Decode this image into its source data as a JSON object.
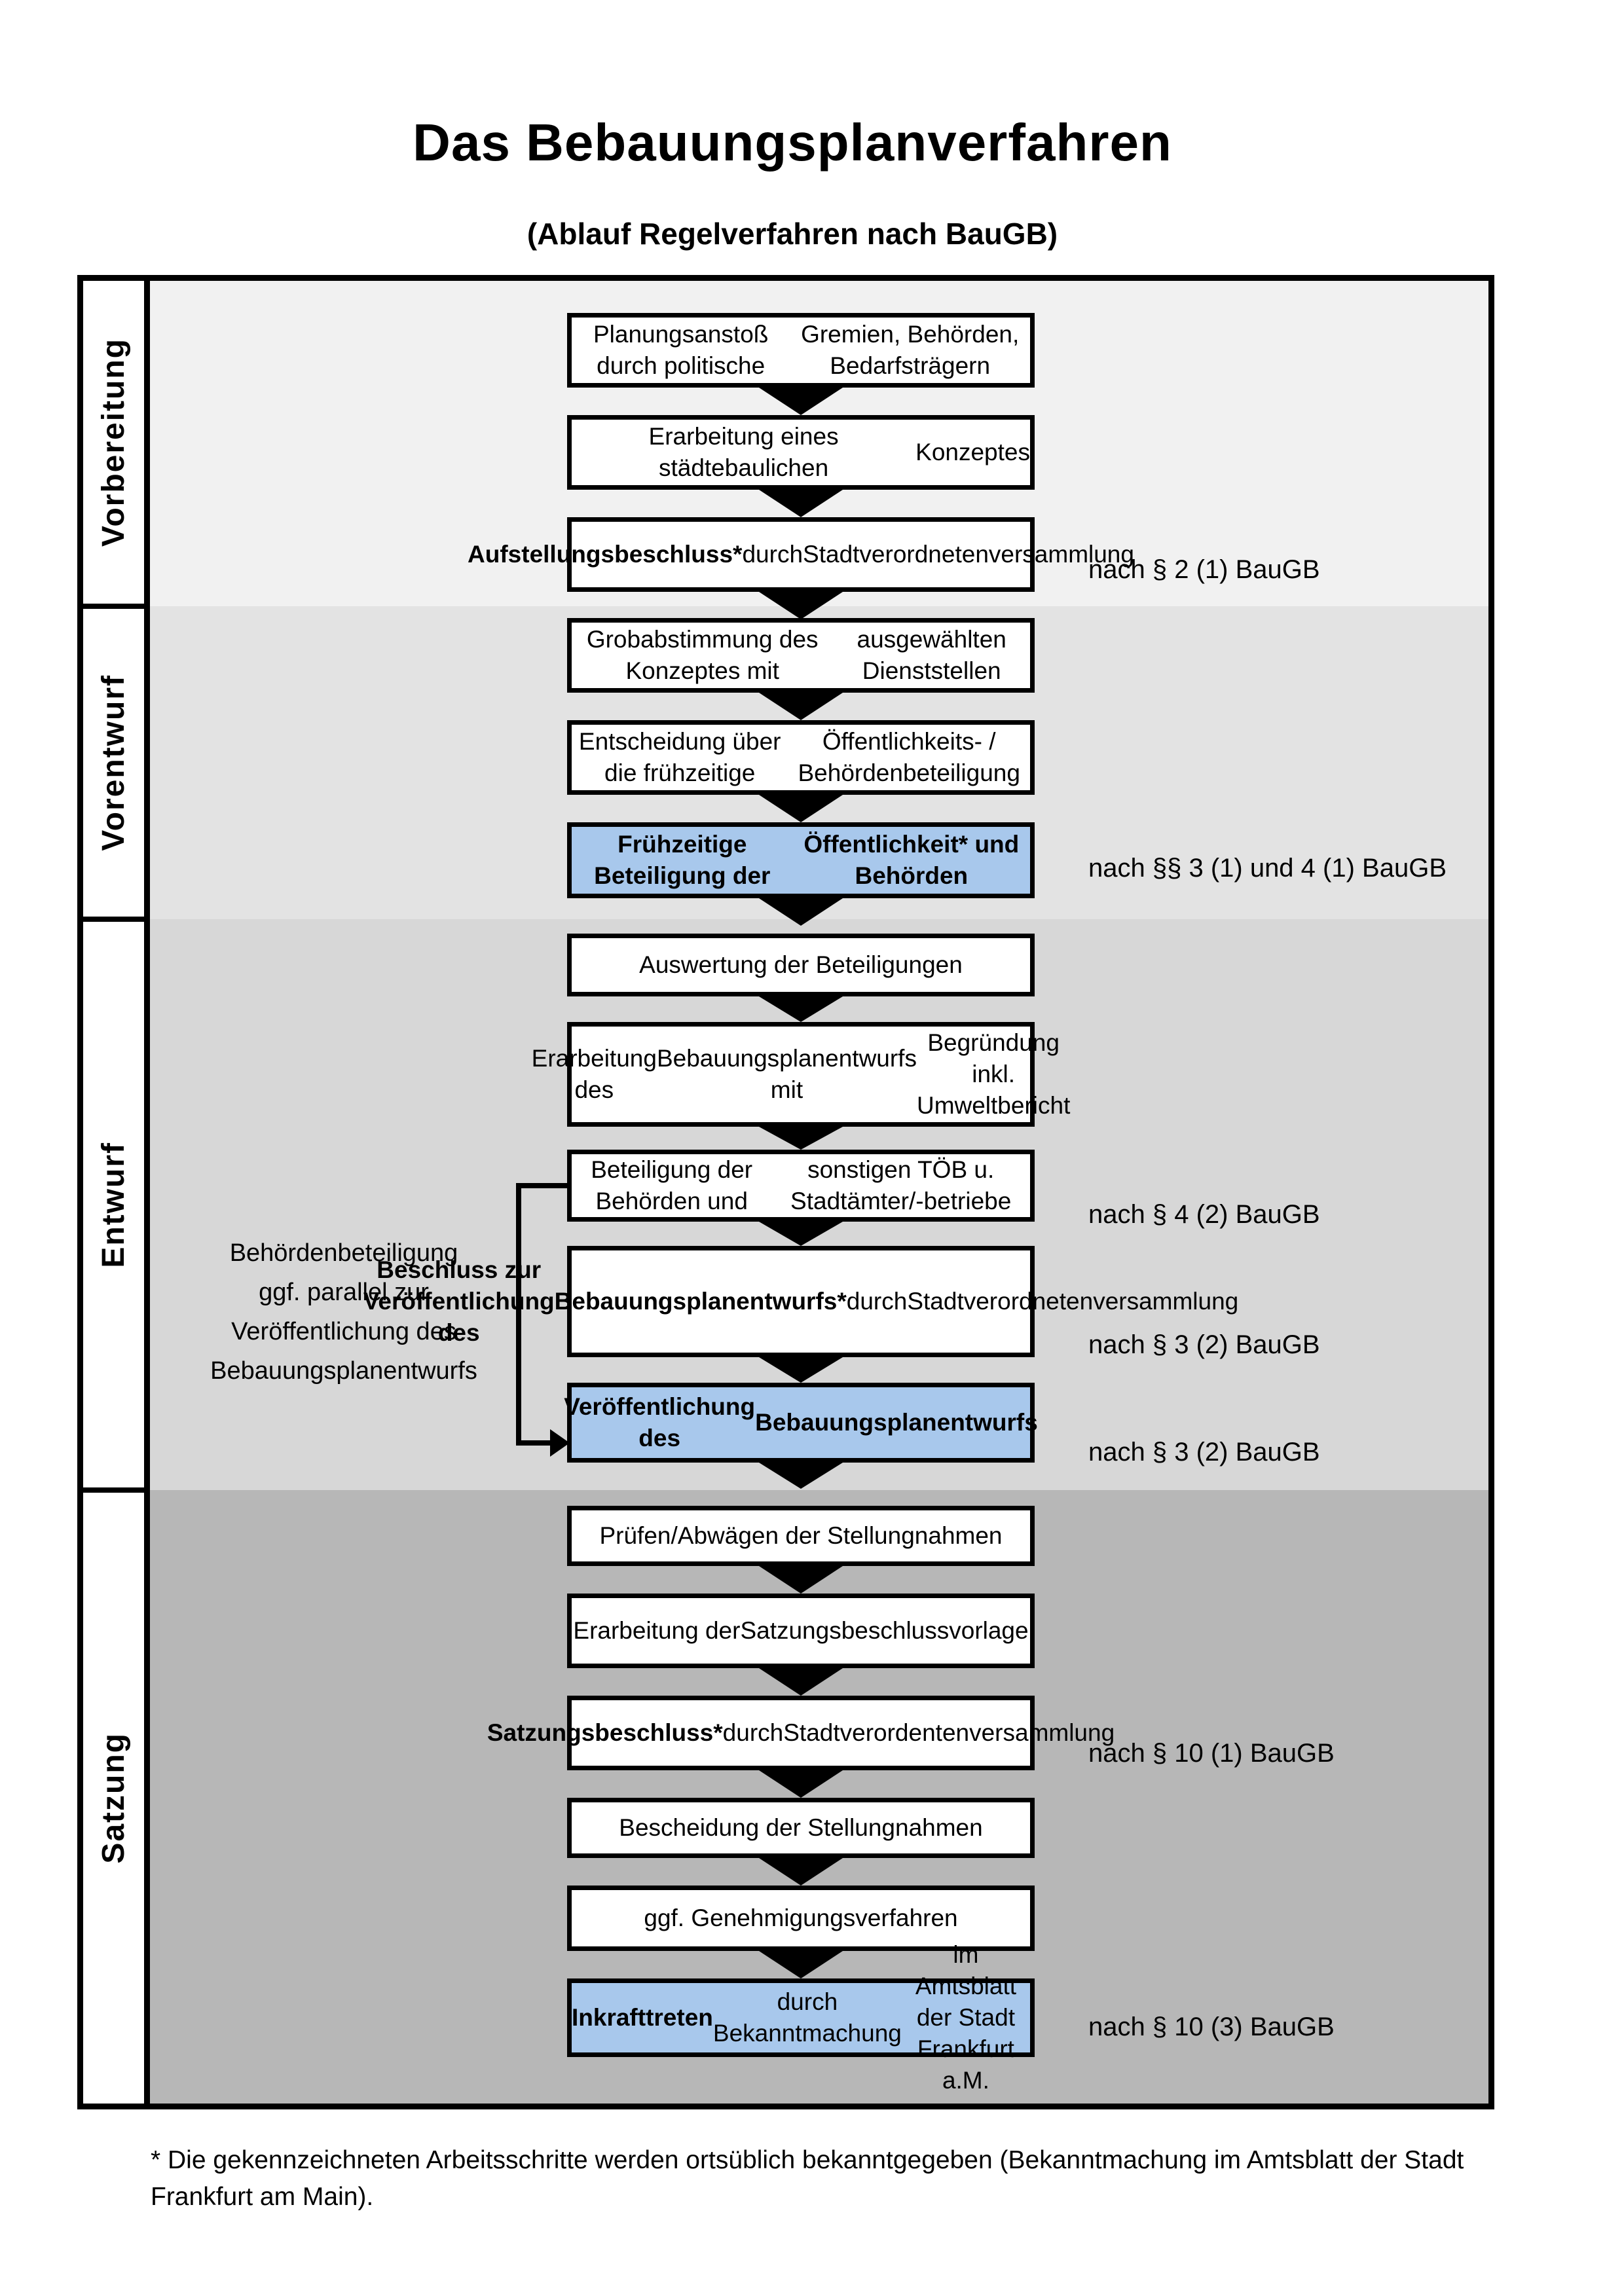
{
  "page": {
    "title": "Das Bebauungsplanverfahren",
    "subtitle": "(Ablauf Regelverfahren nach BauGB)"
  },
  "colors": {
    "phase1_bg": "#f1f1f1",
    "phase2_bg": "#e3e3e3",
    "phase3_bg": "#d7d7d7",
    "phase4_bg": "#b7b7b7",
    "highlight_blue": "#a8c8ec",
    "line_black": "#000000"
  },
  "phases": [
    {
      "label": "Vorbereitung"
    },
    {
      "label": "Vorentwurf"
    },
    {
      "label": "Entwurf"
    },
    {
      "label": "Satzung"
    }
  ],
  "boxes": {
    "b1": {
      "lines": [
        [
          {
            "t": "Planungsanstoß durch politische"
          }
        ],
        [
          {
            "t": "Gremien, Behörden, Bedarfsträgern"
          }
        ]
      ]
    },
    "b2": {
      "lines": [
        [
          {
            "t": "Erarbeitung eines städtebaulichen"
          }
        ],
        [
          {
            "t": "Konzeptes"
          }
        ]
      ]
    },
    "b3": {
      "lines": [
        [
          {
            "t": "Aufstellungsbeschluss*",
            "b": true
          },
          {
            "t": " durch"
          }
        ],
        [
          {
            "t": "Stadtverordnetenversammlung"
          }
        ]
      ]
    },
    "b4": {
      "lines": [
        [
          {
            "t": "Grobabstimmung des Konzeptes mit"
          }
        ],
        [
          {
            "t": "ausgewählten Dienststellen"
          }
        ]
      ]
    },
    "b5": {
      "lines": [
        [
          {
            "t": "Entscheidung über die frühzeitige"
          }
        ],
        [
          {
            "t": "Öffentlichkeits- / Behördenbeteiligung"
          }
        ]
      ]
    },
    "b6": {
      "lines": [
        [
          {
            "t": "Frühzeitige Beteiligung der",
            "b": true
          }
        ],
        [
          {
            "t": "Öffentlichkeit* und Behörden",
            "b": true
          }
        ]
      ]
    },
    "b7": {
      "lines": [
        [
          {
            "t": "Auswertung der Beteiligungen"
          }
        ]
      ]
    },
    "b8": {
      "lines": [
        [
          {
            "t": "Erarbeitung des"
          }
        ],
        [
          {
            "t": "Bebauungsplanentwurfs mit"
          }
        ],
        [
          {
            "t": "Begründung inkl. Umweltbericht"
          }
        ]
      ]
    },
    "b9": {
      "lines": [
        [
          {
            "t": "Beteiligung der Behörden und"
          }
        ],
        [
          {
            "t": "sonstigen TÖB u. Stadtämter/-betriebe"
          }
        ]
      ]
    },
    "b10": {
      "lines": [
        [
          {
            "t": "Beschluss zur Veröffentlichung des",
            "b": true
          }
        ],
        [
          {
            "t": "Bebauungsplanentwurfs*",
            "b": true
          },
          {
            "t": " durch"
          }
        ],
        [
          {
            "t": "Stadtverordnetenversammlung"
          }
        ]
      ]
    },
    "b11": {
      "lines": [
        [
          {
            "t": "Veröffentlichung des",
            "b": true
          }
        ],
        [
          {
            "t": "Bebauungsplanentwurfs",
            "b": true
          }
        ]
      ]
    },
    "b12": {
      "lines": [
        [
          {
            "t": "Prüfen/Abwägen der Stellungnahmen"
          }
        ]
      ]
    },
    "b13": {
      "lines": [
        [
          {
            "t": "Erarbeitung der"
          }
        ],
        [
          {
            "t": "Satzungsbeschlussvorlage"
          }
        ]
      ]
    },
    "b14": {
      "lines": [
        [
          {
            "t": "Satzungsbeschluss*",
            "b": true
          },
          {
            "t": " durch"
          }
        ],
        [
          {
            "t": "Stadtverordentenversammlung"
          }
        ]
      ]
    },
    "b15": {
      "lines": [
        [
          {
            "t": "Bescheidung der Stellungnahmen"
          }
        ]
      ]
    },
    "b16": {
      "lines": [
        [
          {
            "t": "ggf. Genehmigungsverfahren"
          }
        ]
      ]
    },
    "b17": {
      "lines": [
        [
          {
            "t": "Inkrafttreten",
            "b": true
          },
          {
            "t": " durch Bekanntmachung"
          }
        ],
        [
          {
            "t": "im Amtsblatt der Stadt Frankfurt a.M."
          }
        ]
      ]
    }
  },
  "refs": {
    "r1": {
      "text": "nach § 2 (1) BauGB"
    },
    "r2": {
      "text": "nach §§ 3 (1) und 4 (1) BauGB"
    },
    "r3": {
      "text": "nach § 4 (2) BauGB"
    },
    "r4": {
      "text": "nach § 3 (2) BauGB"
    },
    "r5": {
      "text": "nach § 3 (2) BauGB"
    },
    "r6": {
      "text": "nach § 10 (1) BauGB"
    },
    "r7": {
      "text": "nach § 10 (3) BauGB"
    }
  },
  "annotation": {
    "lines": [
      "Behördenbeteiligung",
      "ggf. parallel zur",
      "Veröffentlichung des",
      "Bebauungsplanentwurfs"
    ]
  },
  "footnote": {
    "lines": [
      "* Die gekennzeichneten Arbeitsschritte werden ortsüblich bekanntgegeben (Bekanntmachung im Amtsblatt der Stadt",
      "Frankfurt am Main)."
    ]
  }
}
